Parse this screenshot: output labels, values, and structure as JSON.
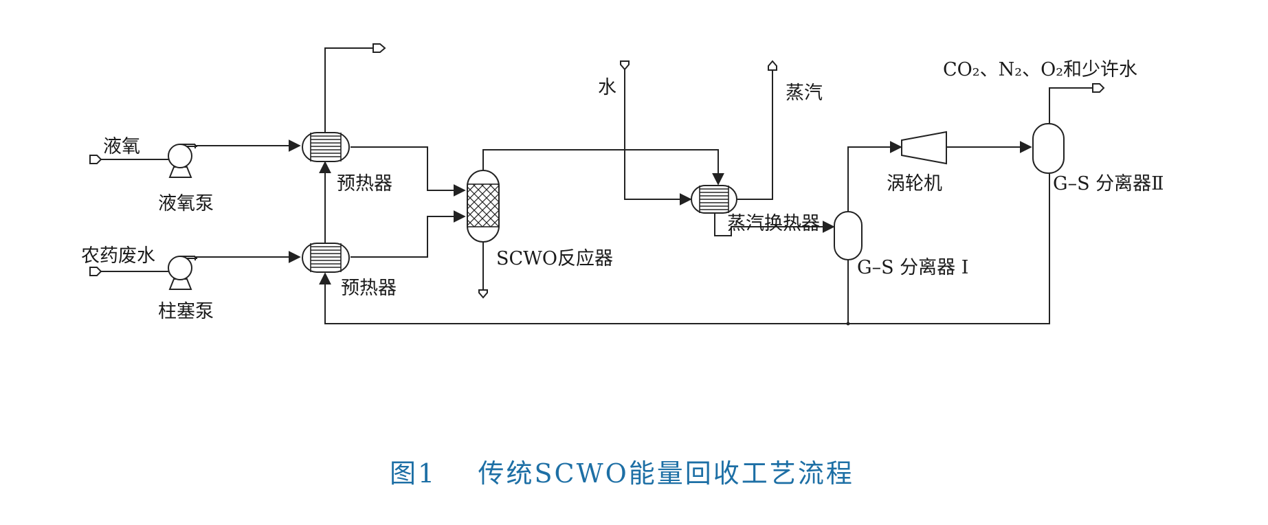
{
  "labels": {
    "liquid_oxygen": "液氧",
    "liquid_oxygen_pump": "液氧泵",
    "pesticide_wastewater": "农药废水",
    "plunger_pump": "柱塞泵",
    "preheater_top": "预热器",
    "preheater_bottom": "预热器",
    "reactor": "SCWO反应器",
    "water": "水",
    "steam": "蒸汽",
    "steam_heat_exchanger": "蒸汽换热器",
    "turbine": "涡轮机",
    "separator_1": "G–S 分离器 Ⅰ",
    "separator_2": "G–S 分离器Ⅱ",
    "gas_out": "CO₂、N₂、O₂和少许水"
  },
  "caption": "图1    传统SCWO能量回收工艺流程"
}
